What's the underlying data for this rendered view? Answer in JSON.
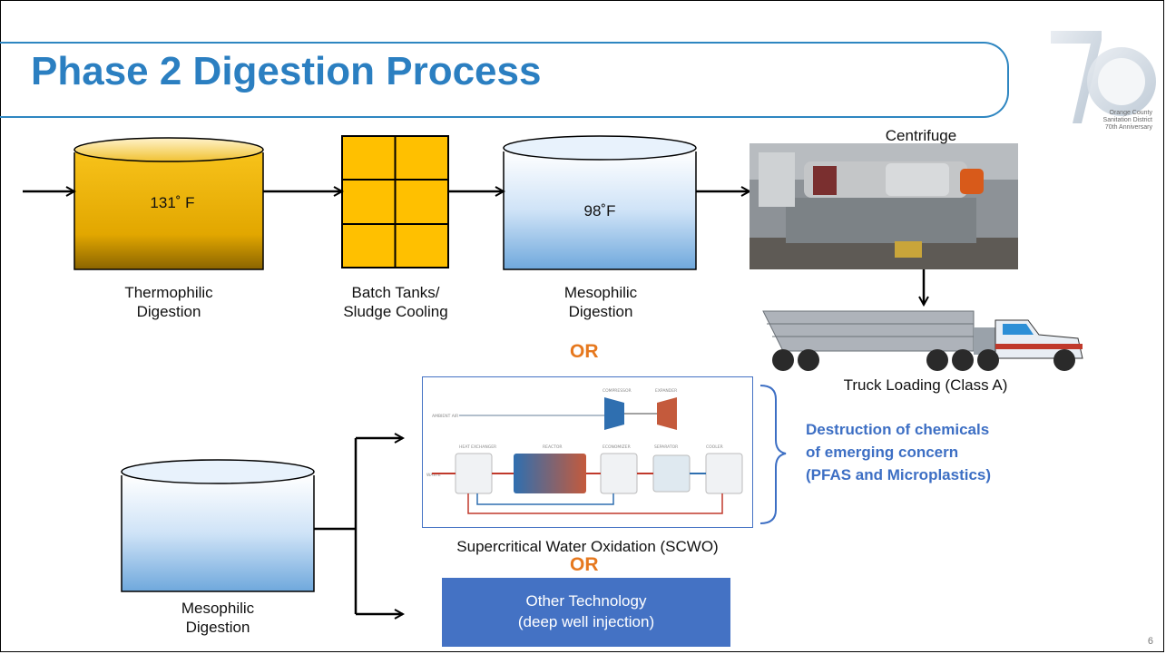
{
  "title": "Phase 2 Digestion Process",
  "logo": {
    "lines": [
      "Orange County",
      "Sanitation District",
      "70th Anniversary"
    ]
  },
  "tanks": {
    "thermophilic_temp": "131˚ F",
    "mesophilic_temp": "98˚F"
  },
  "labels": {
    "thermophilic": [
      "Thermophilic",
      "Digestion"
    ],
    "batch": [
      "Batch Tanks/",
      "Sludge Cooling"
    ],
    "mesophilic_top": [
      "Mesophilic",
      "Digestion"
    ],
    "centrifuge": "Centrifuge",
    "truck": "Truck Loading (Class A)",
    "scwo": "Supercritical Water Oxidation (SCWO)",
    "mesophilic_bottom": [
      "Mesophilic",
      "Digestion"
    ],
    "or_1": "OR",
    "or_2": "OR"
  },
  "scwo_diagram": {
    "labels": [
      "COMPRESSOR",
      "EXPANDER",
      "AMBIENT AIR",
      "HEAT EXCHANGER",
      "REACTOR",
      "ECONOMIZER",
      "SEPARATOR",
      "COOLER",
      "WASTE"
    ]
  },
  "note": [
    "Destruction of chemicals",
    "of emerging concern",
    "(PFAS and Microplastics)"
  ],
  "other_technology": [
    "Other Technology",
    "(deep well injection)"
  ],
  "slide_number": "6",
  "colors": {
    "accent": "#2b7fc1",
    "orange": "#e6781e",
    "note_blue": "#3d6fc4",
    "box_blue": "#4472c4",
    "thermo": "#f5b800",
    "meso": "#a9cff0"
  }
}
